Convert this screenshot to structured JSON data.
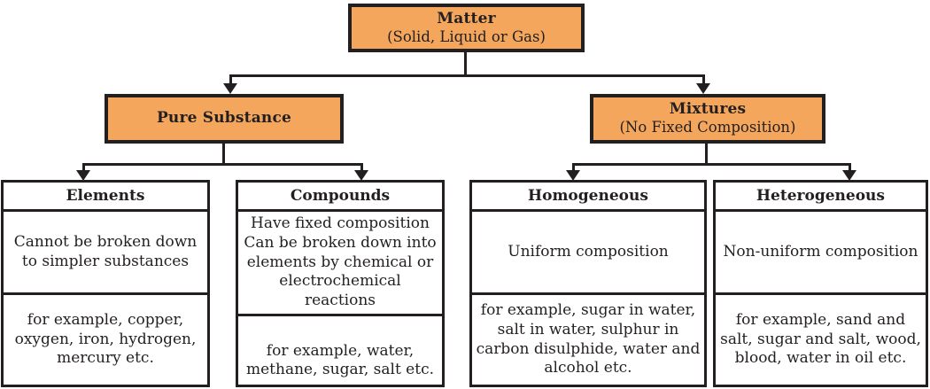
{
  "colors": {
    "node_fill": "#f4a75c",
    "line_color": "#231f20",
    "bg": "#ffffff"
  },
  "nodes": {
    "matter": {
      "title": "Matter",
      "subtitle": "(Solid, Liquid or Gas)"
    },
    "pure_substance": {
      "title": "Pure Substance"
    },
    "mixtures": {
      "title": "Mixtures",
      "subtitle": "(No Fixed Composition)"
    },
    "elements": {
      "title": "Elements",
      "description": "Cannot be broken down to simpler substances",
      "examples": "for example, copper, oxygen, iron, hydrogen, mercury etc."
    },
    "compounds": {
      "title": "Compounds",
      "description": "Have fixed composition\nCan be broken down into elements by chemical or electrochemical reactions",
      "examples": "for example, water, methane, sugar, salt etc."
    },
    "homogeneous": {
      "title": "Homogeneous",
      "description": "Uniform composition",
      "examples": "for example, sugar in water, salt in water, sulphur in carbon disulphide, water and alcohol etc."
    },
    "heterogeneous": {
      "title": "Heterogeneous",
      "description": "Non-uniform composition",
      "examples": "for example, sand and salt, sugar and salt, wood, blood, water in oil etc."
    }
  }
}
